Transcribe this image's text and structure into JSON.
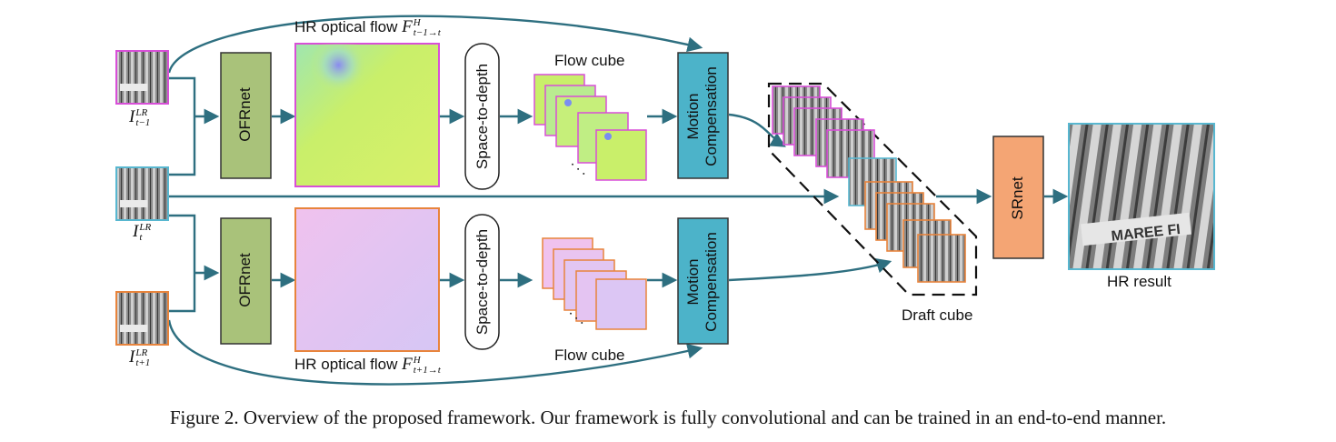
{
  "inputs": {
    "prev": {
      "sym": "I",
      "sup": "LR",
      "sub": "t−1"
    },
    "cur": {
      "sym": "I",
      "sup": "LR",
      "sub": "t"
    },
    "next": {
      "sym": "I",
      "sup": "LR",
      "sub": "t+1"
    }
  },
  "blocks": {
    "ofrnet": "OFRnet",
    "space_to_depth": "Space-to-depth",
    "motion_compensation_line1": "Motion",
    "motion_compensation_line2": "Compensation",
    "srnet": "SRnet"
  },
  "labels": {
    "hr_flow_top_text": "HR optical flow",
    "hr_flow_top_sym": "F",
    "hr_flow_top_sup": "H",
    "hr_flow_top_sub": "t−1→t",
    "hr_flow_bottom_text": "HR optical flow",
    "hr_flow_bottom_sym": "F",
    "hr_flow_bottom_sup": "H",
    "hr_flow_bottom_sub": "t+1→t",
    "flow_cube_top": "Flow cube",
    "flow_cube_bottom": "Flow cube",
    "draft_cube": "Draft cube",
    "hr_result": "HR result",
    "ellipsis": "."
  },
  "caption": "Figure 2. Overview of the proposed framework. Our framework is fully convolutional and can be trained in an end-to-end manner.",
  "colors": {
    "arrow": "#2e6f80",
    "ofrnet_fill": "#a9c27a",
    "mc_fill": "#4cb3c9",
    "srnet_fill": "#f4a574",
    "magenta": "#d84fd8",
    "orange": "#e8843c",
    "cyan": "#58b7d0"
  }
}
